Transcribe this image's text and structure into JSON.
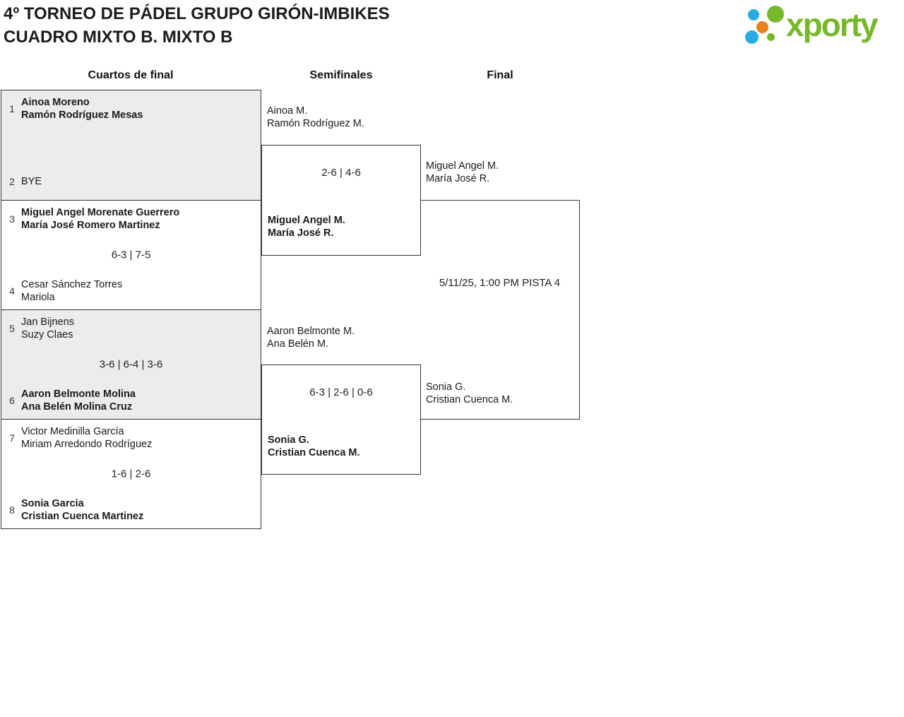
{
  "colors": {
    "border": "#333333",
    "shaded_match_bg": "#ececec",
    "text": "#1a1a1a",
    "logo_green": "#76b82a",
    "logo_blue": "#29abe2",
    "logo_orange": "#e8821e"
  },
  "header": {
    "title_line1": "4º TORNEO DE PÁDEL GRUPO GIRÓN-IMBIKES",
    "title_line2": "CUADRO MIXTO B. MIXTO B",
    "logo_text": "xporty"
  },
  "round_headers": {
    "quarterfinals": "Cuartos de final",
    "semifinals": "Semifinales",
    "final": "Final"
  },
  "quarterfinals": [
    {
      "seed_a": "1",
      "team_a_line1": "Ainoa Moreno",
      "team_a_line2": "Ramón Rodríguez Mesas",
      "score": "",
      "seed_b": "2",
      "team_b_line1": "BYE",
      "team_b_line2": ""
    },
    {
      "seed_a": "3",
      "team_a_line1": "Miguel Angel Morenate Guerrero",
      "team_a_line2": "María José Romero Martinez",
      "score": "6-3 | 7-5",
      "seed_b": "4",
      "team_b_line1": "Cesar Sánchez Torres",
      "team_b_line2": "Mariola"
    },
    {
      "seed_a": "5",
      "team_a_line1": "Jan Bijnens",
      "team_a_line2": "Suzy Claes",
      "score": "3-6 | 6-4 | 3-6",
      "seed_b": "6",
      "team_b_line1": "Aaron Belmonte Molina",
      "team_b_line2": "Ana Belén Molina Cruz"
    },
    {
      "seed_a": "7",
      "team_a_line1": "Victor Medinilla García",
      "team_a_line2": "Miriam Arredondo Rodríguez",
      "score": "1-6 | 2-6",
      "seed_b": "8",
      "team_b_line1": "Sonia Garcia",
      "team_b_line2": "Cristian Cuenca Martinez"
    }
  ],
  "semifinals": [
    {
      "team_a_line1": "Ainoa M.",
      "team_a_line2": "Ramón Rodríguez M.",
      "score": "2-6 | 4-6",
      "team_b_line1": "Miguel Angel M.",
      "team_b_line2": "María José R."
    },
    {
      "team_a_line1": "Aaron Belmonte M.",
      "team_a_line2": "Ana Belén M.",
      "score": "6-3 | 2-6 | 0-6",
      "team_b_line1": "Sonia G.",
      "team_b_line2": "Cristian Cuenca M."
    }
  ],
  "final": {
    "team_a_line1": "Miguel Angel M.",
    "team_a_line2": "María José R.",
    "schedule": "5/11/25, 1:00 PM PISTA 4",
    "team_b_line1": "Sonia G.",
    "team_b_line2": "Cristian Cuenca M."
  }
}
